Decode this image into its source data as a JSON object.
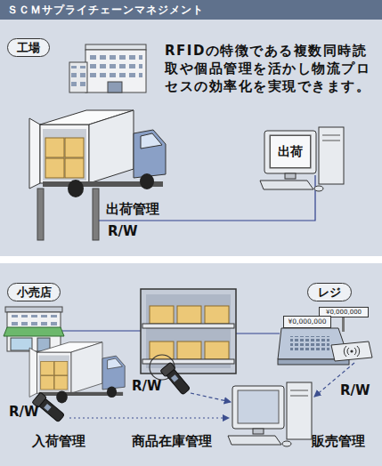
{
  "diagram": {
    "title": "ＳＣＭサプライチェーンマネジメント",
    "nodes": [
      {
        "text": [
          "工場"
        ]
      },
      {
        "text": [
          "出荷"
        ]
      },
      {
        "text": [
          "小売店"
        ]
      },
      {
        "text": [
          "レジ"
        ]
      },
      {
        "text": [
          "¥0,000,000"
        ]
      },
      {
        "text": [
          "¥0,000,000"
        ]
      }
    ],
    "labels": [
      "RFIDの特徴である複数同時読取や個品管理を活かし物流プロセスの効率化を実現できます。",
      "出荷管理",
      "R/W",
      "R/W",
      "R/W",
      "R/W",
      "入荷管理",
      "商品在庫管理",
      "販売管理"
    ]
  }
}
